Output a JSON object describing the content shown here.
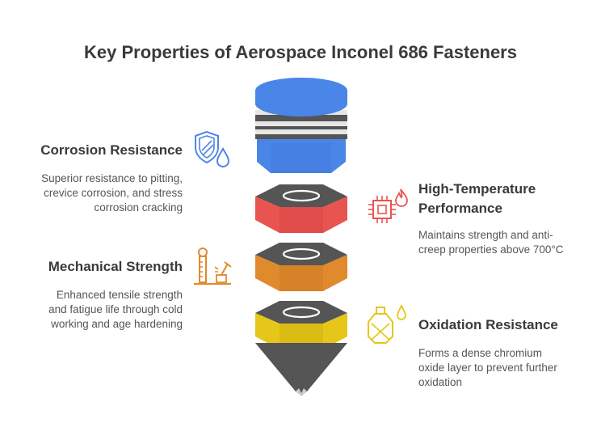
{
  "title": "Key Properties of Aerospace Inconel 686 Fasteners",
  "items": [
    {
      "title": "Corrosion Resistance",
      "description_lines": [
        "Superior resistance to pitting,",
        "crevice corrosion, and stress",
        "corrosion cracking"
      ],
      "color": "#4a86e8",
      "icon": "shield-droplet-icon"
    },
    {
      "title_lines": [
        "High-Temperature",
        "Performance"
      ],
      "description_lines": [
        "Maintains strength and anti-",
        "creep properties above 700°C"
      ],
      "color": "#e85450",
      "icon": "chip-flame-icon"
    },
    {
      "title": "Mechanical Strength",
      "description_lines": [
        "Enhanced tensile strength",
        "and fatigue life through cold",
        "working and age hardening"
      ],
      "color": "#e08a2e",
      "icon": "strength-tester-icon"
    },
    {
      "title": "Oxidation Resistance",
      "description_lines": [
        "Forms a dense chromium",
        "oxide layer to prevent further",
        "oxidation"
      ],
      "color": "#e6c619",
      "icon": "flask-droplet-icon"
    }
  ],
  "colors": {
    "heading": "#3a3a3a",
    "dark": "#5a5a5a",
    "darker": "#3f3f3f"
  }
}
